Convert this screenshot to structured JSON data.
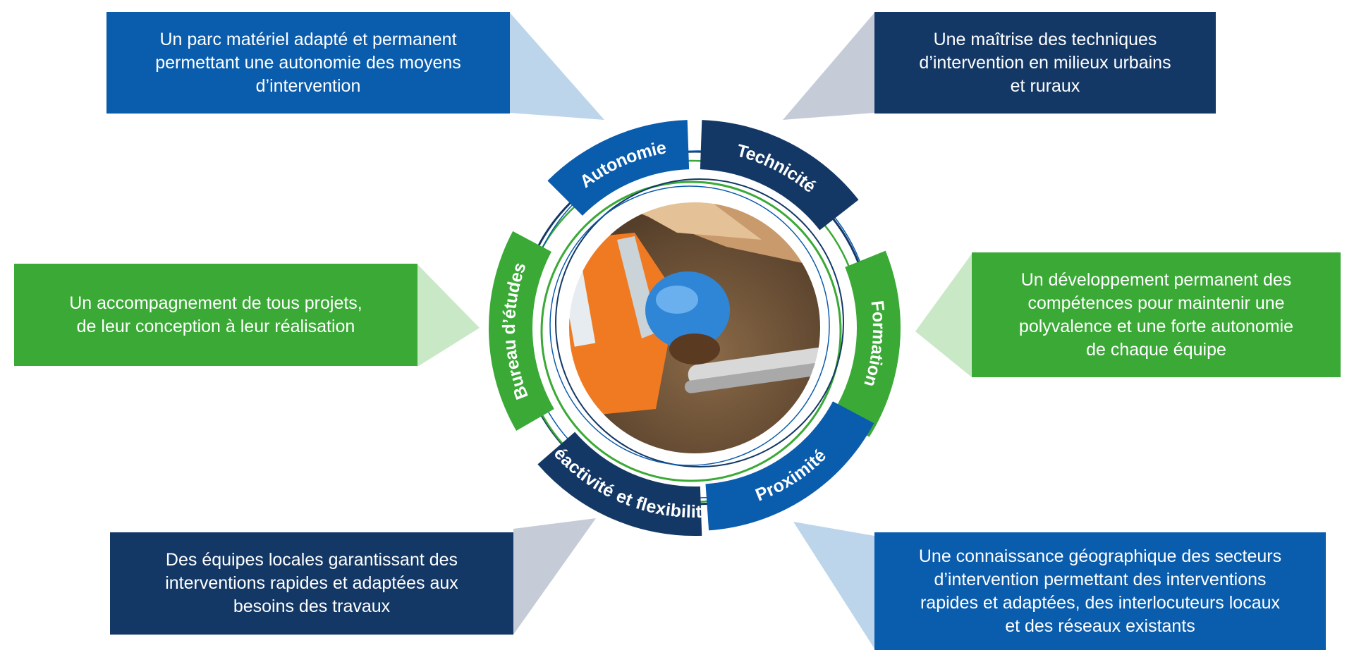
{
  "colors": {
    "blue": "#0a5cad",
    "navy": "#143866",
    "green": "#3aa936",
    "blue_light": "#bcd5ea",
    "navy_light": "#c5ccd7",
    "green_light": "#c9e8c6"
  },
  "center_image": "photo-of-worker-in-hard-hat-and-hi-vis-vest",
  "segments": [
    {
      "id": "autonomie",
      "label": "Autonomie",
      "color": "blue"
    },
    {
      "id": "technicite",
      "label": "Technicité",
      "color": "navy"
    },
    {
      "id": "formation",
      "label": "Formation",
      "color": "green"
    },
    {
      "id": "proximite",
      "label": "Proximité",
      "color": "blue"
    },
    {
      "id": "reactivite",
      "label": "Réactivité et flexibilité",
      "color": "navy"
    },
    {
      "id": "bureau",
      "label": "Bureau d’études",
      "color": "green"
    }
  ],
  "boxes": {
    "autonomie": {
      "text": "Un parc matériel adapté et permanent\npermettant une autonomie des moyens\nd’intervention"
    },
    "technicite": {
      "text": "Une maîtrise des techniques\nd’intervention en milieux urbains\net ruraux"
    },
    "formation": {
      "text": "Un développement permanent des\ncompétences pour maintenir une\npolyvalence et une forte autonomie\nde chaque équipe"
    },
    "proximite": {
      "text": "Une connaissance géographique des secteurs\nd’intervention permettant des interventions\nrapides et adaptées, des interlocuteurs locaux\net des réseaux existants"
    },
    "reactivite": {
      "text": "Des équipes locales garantissant des\ninterventions rapides et adaptées aux\nbesoins des travaux"
    },
    "bureau": {
      "text": "Un accompagnement de tous projets,\nde leur conception à leur réalisation"
    }
  }
}
